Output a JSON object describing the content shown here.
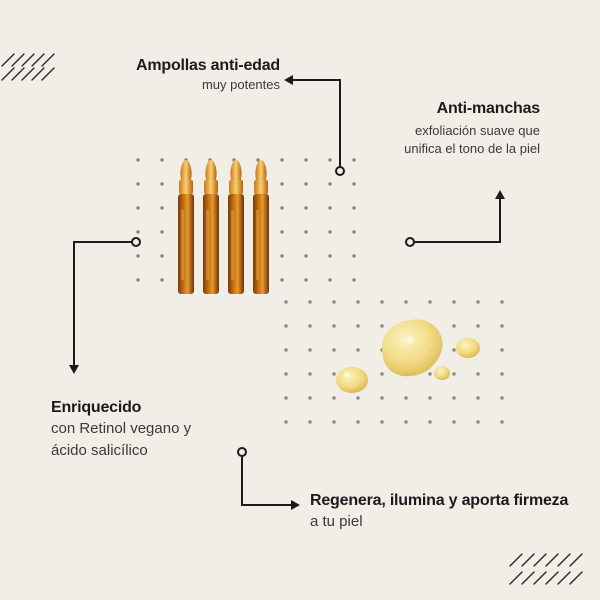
{
  "callouts": {
    "ampollas": {
      "title": "Ampollas anti-edad",
      "subtitle": "muy potentes"
    },
    "antimanchas": {
      "title": "Anti-manchas",
      "line1": "exfoliación suave que",
      "line2": "unifica el tono de la piel"
    },
    "enriquecido": {
      "title": "Enriquecido",
      "line1": "con Retinol vegano y",
      "line2": "ácido salicílico"
    },
    "regenera": {
      "title": "Regenera, ilumina y aporta firmeza",
      "subtitle": "a tu piel"
    }
  },
  "colors": {
    "background": "#f1eee8",
    "text": "#1b1b1b",
    "line": "#1b1b1b",
    "dots": "#8a8782",
    "amber": "#b4620e",
    "oil": "#f2df8a"
  },
  "illustrations": [
    "ampoule-set-image",
    "serum-drops-image"
  ]
}
